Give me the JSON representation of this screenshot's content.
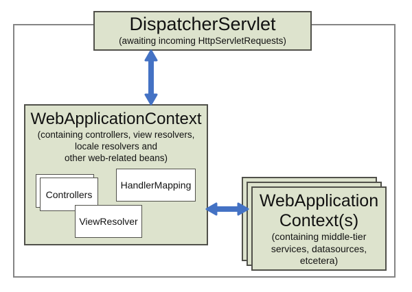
{
  "colors": {
    "box_fill": "#dde3cd",
    "box_border": "#50504a",
    "frame_border": "#848484",
    "arrow_blue": "#4472c4",
    "text": "#111111"
  },
  "dispatcher": {
    "title": "DispatcherServlet",
    "subtitle": "(awaiting incoming HttpServletRequests)"
  },
  "web_application_context": {
    "title": "WebApplicationContext",
    "subtitle_lines": [
      "(containing controllers, view resolvers,",
      "locale resolvers and",
      "other web-related beans)"
    ],
    "children": {
      "controllers": "Controllers",
      "handler_mapping": "HandlerMapping",
      "view_resolver": "ViewResolver"
    }
  },
  "middle_tier_contexts": {
    "title_lines": [
      "WebApplication",
      "Context(s)"
    ],
    "subtitle_lines": [
      "(containing middle-tier",
      "services, datasources,",
      "etcetera)"
    ]
  }
}
